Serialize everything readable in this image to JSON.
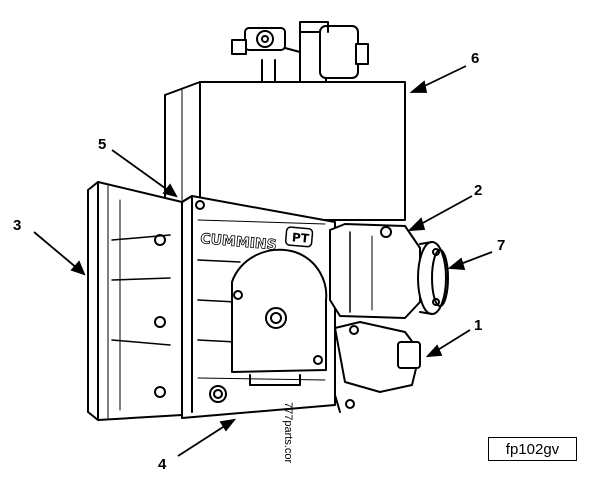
{
  "figure": {
    "id": "fp102gv",
    "watermark": "777parts.cor",
    "brand": "CUMMINS",
    "badge": "PT"
  },
  "callouts": [
    {
      "id": 1,
      "label": "1"
    },
    {
      "id": 2,
      "label": "2"
    },
    {
      "id": 3,
      "label": "3"
    },
    {
      "id": 4,
      "label": "4"
    },
    {
      "id": 5,
      "label": "5"
    },
    {
      "id": 6,
      "label": "6"
    },
    {
      "id": 7,
      "label": "7"
    }
  ],
  "colors": {
    "line": "#000000",
    "fill": "#ffffff"
  }
}
